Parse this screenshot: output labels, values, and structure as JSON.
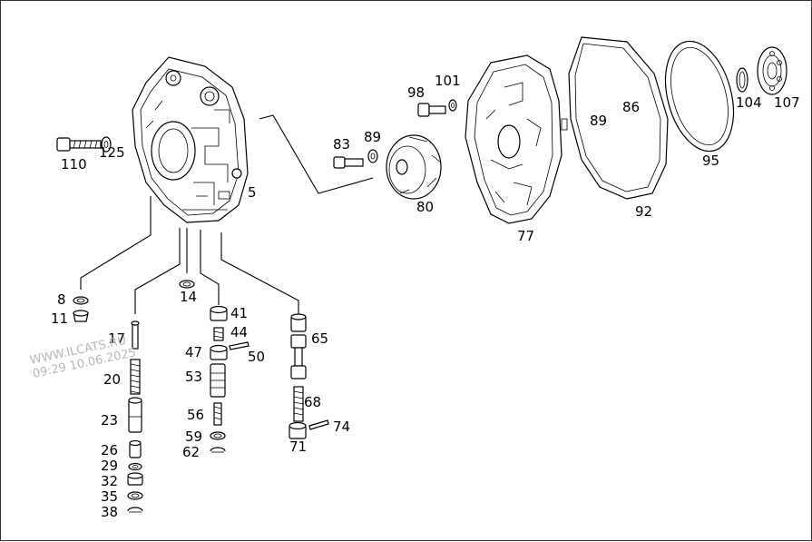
{
  "watermark": {
    "line1": "WWW.ILCATS.RU",
    "line2": "09:29 10.06.2025"
  },
  "labels": {
    "l5": "5",
    "l8": "8",
    "l11": "11",
    "l14": "14",
    "l17": "17",
    "l20": "20",
    "l23": "23",
    "l26": "26",
    "l29": "29",
    "l32": "32",
    "l35": "35",
    "l38": "38",
    "l41": "41",
    "l44": "44",
    "l47": "47",
    "l50": "50",
    "l53": "53",
    "l56": "56",
    "l59": "59",
    "l62": "62",
    "l65": "65",
    "l68": "68",
    "l71": "71",
    "l74": "74",
    "l77": "77",
    "l80": "80",
    "l83": "83",
    "l86": "86",
    "l89a": "89",
    "l89b": "89",
    "l92": "92",
    "l95": "95",
    "l98": "98",
    "l101": "101",
    "l104": "104",
    "l107": "107",
    "l110": "110",
    "l125": "125"
  }
}
